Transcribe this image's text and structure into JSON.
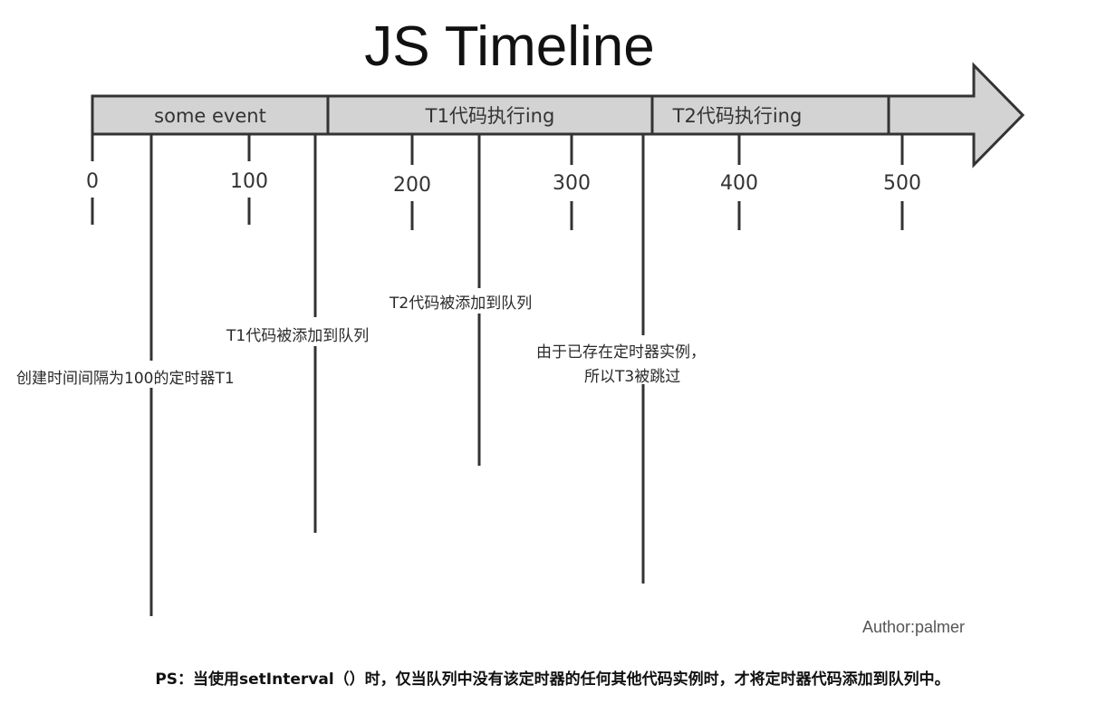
{
  "title": "JS Timeline",
  "segments": [
    "some event",
    "T1代码执行ing",
    "T2代码执行ing"
  ],
  "ticks": [
    "0",
    "100",
    "200",
    "300",
    "400",
    "500"
  ],
  "notes": {
    "create_timer": "创建时间间隔为100的定时器T1",
    "t1_added": "T1代码被添加到队列",
    "t2_added": "T2代码被添加到队列",
    "t3_skipped_line1": "由于已存在定时器实例，",
    "t3_skipped_line2": "所以T3被跳过"
  },
  "author": "Author:palmer",
  "ps": "PS：当使用setInterval（）时，仅当队列中没有该定时器的任何其他代码实例时，才将定时器代码添加到队列中。",
  "colors": {
    "arrow_fill": "#d3d3d3",
    "stroke": "#333333"
  }
}
